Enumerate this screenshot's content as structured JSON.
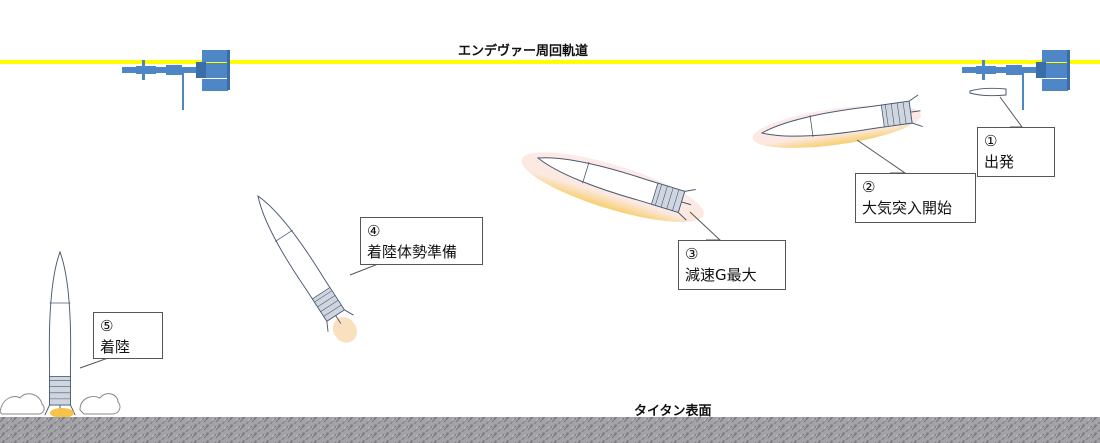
{
  "orbit_label": "エンデヴァー周回軌道",
  "surface_label": "タイタン表面",
  "steps": [
    {
      "num": "①",
      "label": "出発"
    },
    {
      "num": "②",
      "label": "大気突入開始"
    },
    {
      "num": "③",
      "label": "減速G最大"
    },
    {
      "num": "④",
      "label": "着陸体勢準備"
    },
    {
      "num": "⑤",
      "label": "着陸"
    }
  ],
  "colors": {
    "orbit": "#ffff00",
    "station": "#4f86c6",
    "ground": "#9a9a9a",
    "heat": "#f5c34a"
  }
}
